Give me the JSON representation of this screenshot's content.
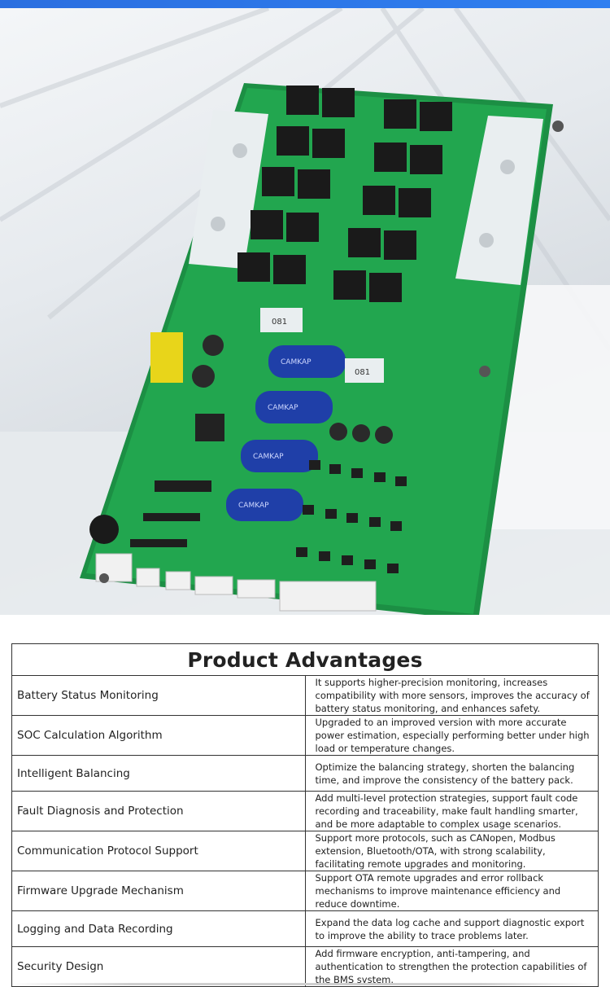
{
  "hero": {
    "image_alt": "Green BMS printed circuit board with MOSFETs, capacitors and connectors",
    "capacitor_label": "CAMKAP",
    "resistor_label": "081"
  },
  "table": {
    "title": "Product Advantages",
    "rows": [
      {
        "feature": "Battery Status Monitoring",
        "description": "It supports higher-precision monitoring, increases compatibility with more sensors, improves the accuracy of battery status monitoring, and enhances safety."
      },
      {
        "feature": "SOC Calculation Algorithm",
        "description": "Upgraded to an improved version with more accurate power estimation, especially performing better under high load or temperature changes."
      },
      {
        "feature": "Intelligent Balancing",
        "description": "Optimize the balancing strategy, shorten the balancing time, and improve the consistency of the battery pack."
      },
      {
        "feature": "Fault Diagnosis and Protection",
        "description": "Add multi-level protection strategies, support fault code recording and traceability, make fault handling smarter, and be more adaptable to complex usage scenarios."
      },
      {
        "feature": "Communication Protocol Support",
        "description": "Support more protocols, such as CANopen, Modbus extension, Bluetooth/OTA, with strong scalability, facilitating remote upgrades and monitoring."
      },
      {
        "feature": "Firmware Upgrade Mechanism",
        "description": "Support OTA remote upgrades and error rollback mechanisms to improve maintenance efficiency and reduce downtime."
      },
      {
        "feature": "Logging and Data Recording",
        "description": "Expand the data log cache and support diagnostic export to improve the ability to trace problems later."
      },
      {
        "feature": "Security Design",
        "description": "Add firmware encryption, anti-tampering, and authentication to strengthen the protection capabilities of the BMS system."
      }
    ]
  },
  "colors": {
    "accent_bar": "#2b6fe0",
    "pcb_green": "#1f9e4a",
    "capacitor_blue": "#1f3fa8"
  }
}
